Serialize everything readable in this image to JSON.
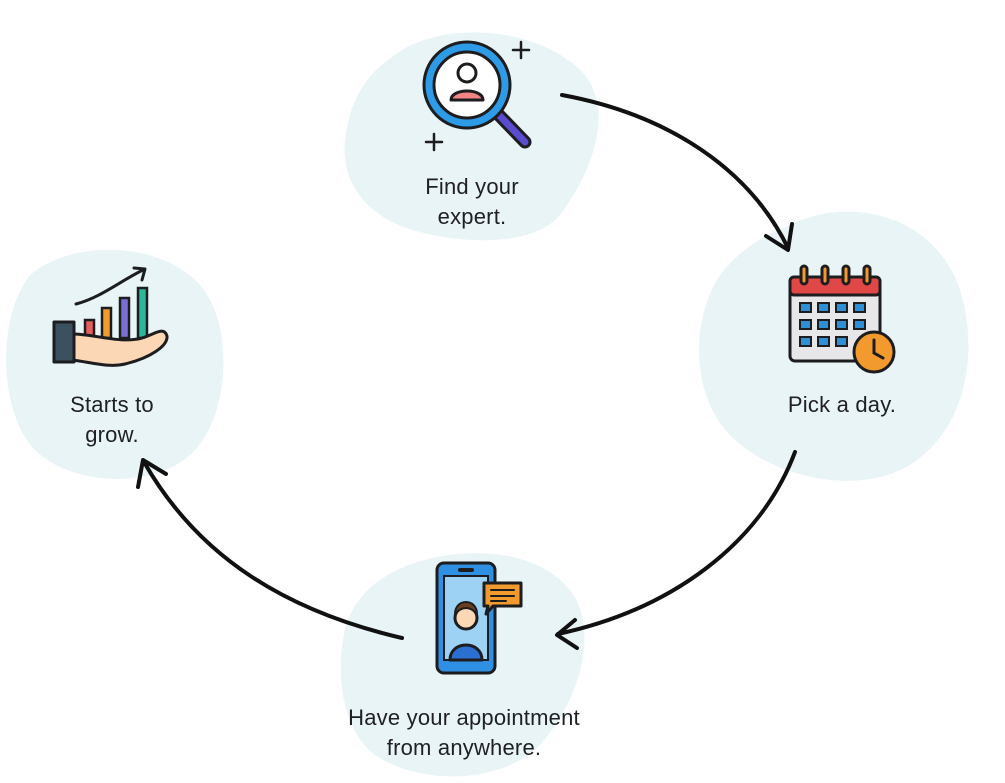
{
  "diagram": {
    "steps": [
      {
        "line1": "Find your",
        "line2": "expert."
      },
      {
        "line1": "Pick a day.",
        "line2": ""
      },
      {
        "line1": "Have your appointment",
        "line2": "from anywhere."
      },
      {
        "line1": "Starts to",
        "line2": "grow."
      }
    ]
  },
  "colors": {
    "blob": "#e8f4f6",
    "arrow": "#111111",
    "outline": "#1d1d1f",
    "calendar_header": "#e04848",
    "calendar_cells": "#2e8fd6",
    "clock": "#f29a2e",
    "magnifier_ring": "#2e9be6",
    "magnifier_handle": "#5a4bd1",
    "person_head": "#f28585",
    "phone_body": "#2f8fe3",
    "chat_bubble": "#f29a2e",
    "hand_skin": "#fbd7b6",
    "chart_bars": [
      "#e85d5d",
      "#f29a2e",
      "#7b6fd6",
      "#2bb79a"
    ]
  },
  "icons": [
    "magnifier-user-icon",
    "calendar-clock-icon",
    "phone-video-call-icon",
    "hand-growth-chart-icon"
  ]
}
